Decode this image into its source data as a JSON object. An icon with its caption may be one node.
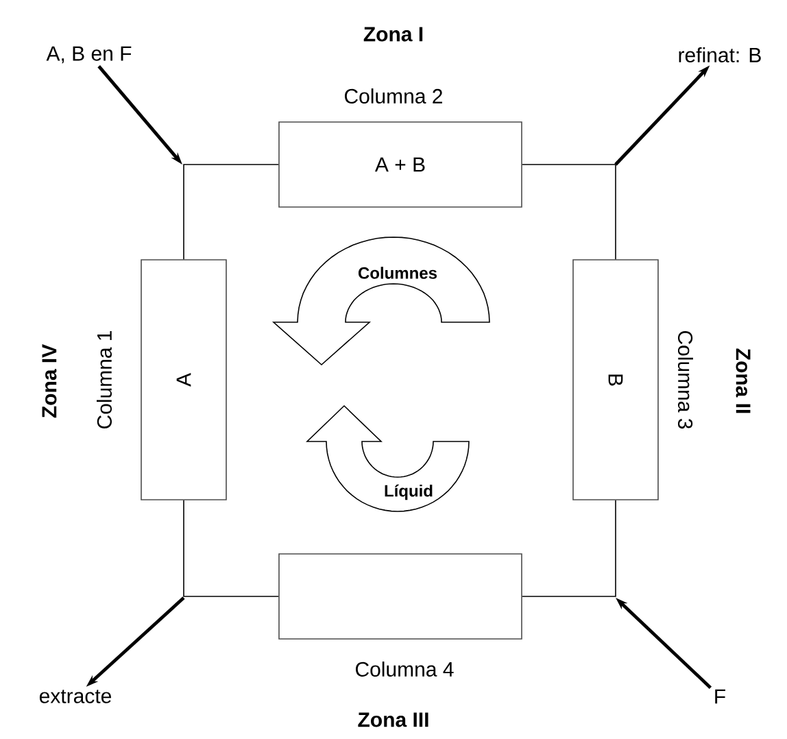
{
  "diagram": {
    "nodes": [
      {
        "text": [
          "Columna 2",
          "A + B"
        ]
      },
      {
        "text": [
          "Columna 1",
          "A"
        ]
      },
      {
        "text": [
          "Columna 3",
          "B"
        ]
      },
      {
        "text": [
          "Columna 4"
        ]
      },
      {
        "text": [
          "A, B en F"
        ]
      },
      {
        "text": [
          "refinat: B"
        ]
      },
      {
        "text": [
          "extracte"
        ]
      },
      {
        "text": [
          "F"
        ]
      },
      {
        "text": [
          "Columnes"
        ]
      },
      {
        "text": [
          "Líquid"
        ]
      }
    ],
    "edges": [
      {
        "from": 0,
        "to": 1,
        "arrow": "none"
      },
      {
        "from": 0,
        "to": 2,
        "arrow": "none"
      },
      {
        "from": 3,
        "to": 2,
        "arrow": "none"
      },
      {
        "from": 3,
        "to": 1,
        "arrow": "none"
      },
      {
        "from": 4,
        "to": null,
        "arrow": "to",
        "style": "thick"
      },
      {
        "from": null,
        "to": 5,
        "arrow": "to",
        "style": "thick"
      },
      {
        "from": null,
        "to": 6,
        "arrow": "to",
        "style": "thick"
      },
      {
        "from": 7,
        "to": null,
        "arrow": "to",
        "style": "thick"
      }
    ],
    "labels": [
      "Zona I",
      "Zona IV",
      "Zona II",
      "Zona III"
    ]
  }
}
